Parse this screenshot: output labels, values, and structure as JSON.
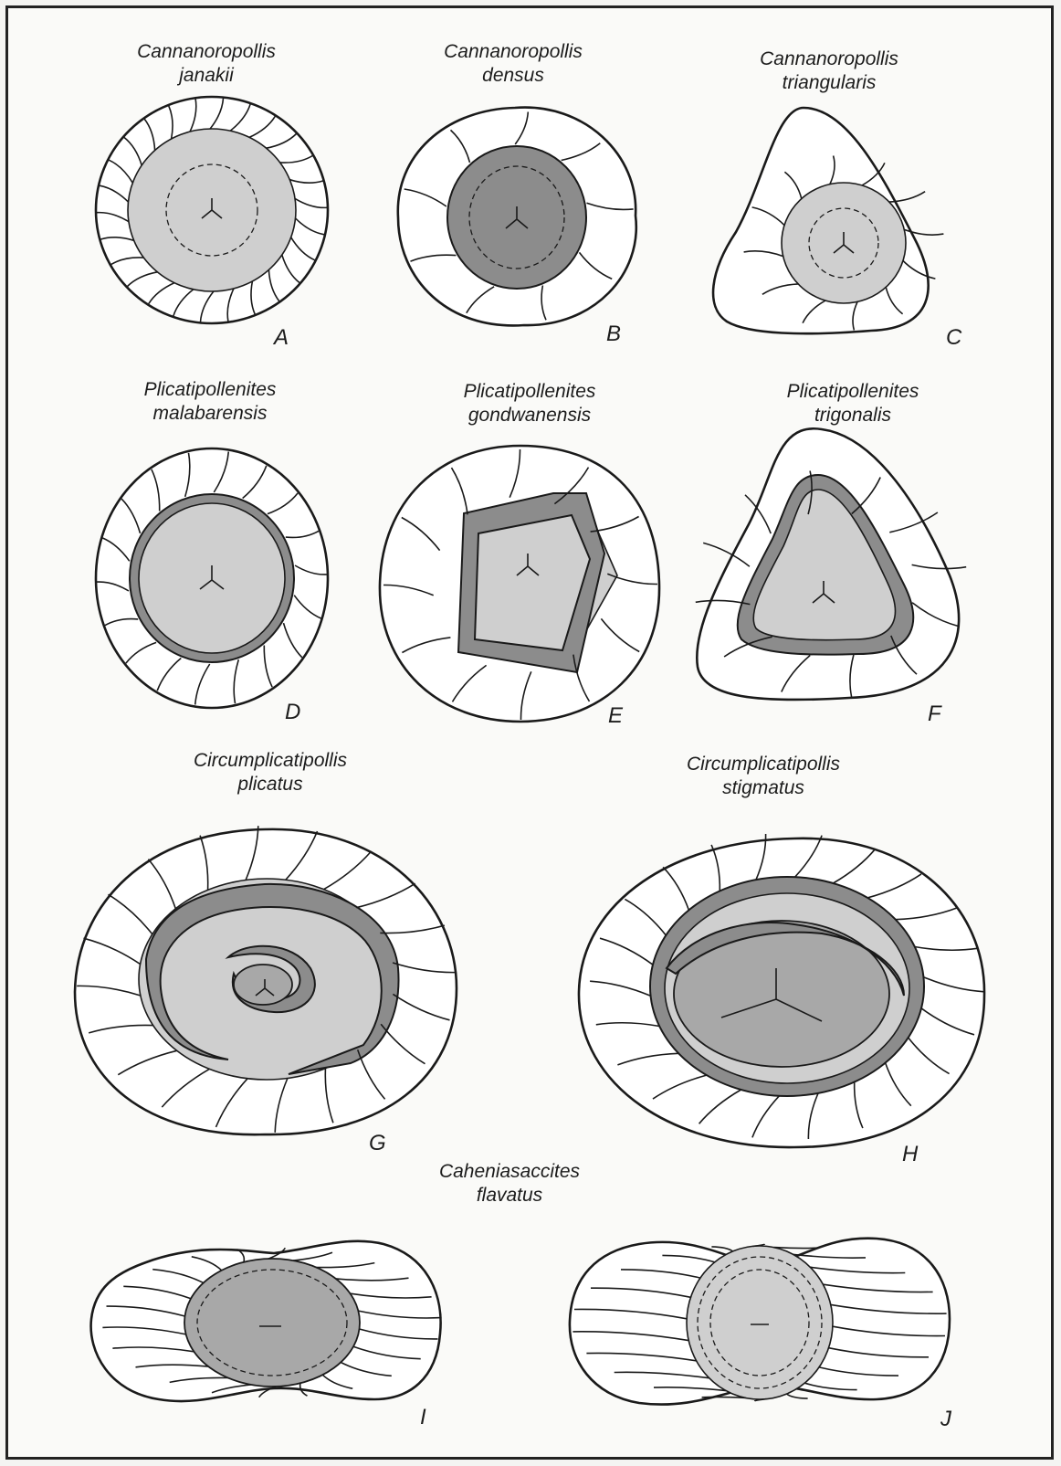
{
  "figure": {
    "panels": [
      {
        "id": "A",
        "genus": "Cannanoropollis",
        "species": "janakii"
      },
      {
        "id": "B",
        "genus": "Cannanoropollis",
        "species": "densus"
      },
      {
        "id": "C",
        "genus": "Cannanoropollis",
        "species": "triangularis"
      },
      {
        "id": "D",
        "genus": "Plicatipollenites",
        "species": "malabarensis"
      },
      {
        "id": "E",
        "genus": "Plicatipollenites",
        "species": "gondwanensis"
      },
      {
        "id": "F",
        "genus": "Plicatipollenites",
        "species": "trigonalis"
      },
      {
        "id": "G",
        "genus": "Circumplicatipollis",
        "species": "plicatus"
      },
      {
        "id": "H",
        "genus": "Circumplicatipollis",
        "species": "stigmatus"
      },
      {
        "id": "I",
        "genus": "Caheniasaccites",
        "species": "flavatus"
      },
      {
        "id": "J",
        "genus": "",
        "species": ""
      }
    ]
  },
  "colors": {
    "outline": "#1a1a1a",
    "saccus": "#ffffff",
    "body_light": "#cfcfcf",
    "body_medium": "#a8a8a8",
    "body_dark": "#8c8c8c"
  }
}
